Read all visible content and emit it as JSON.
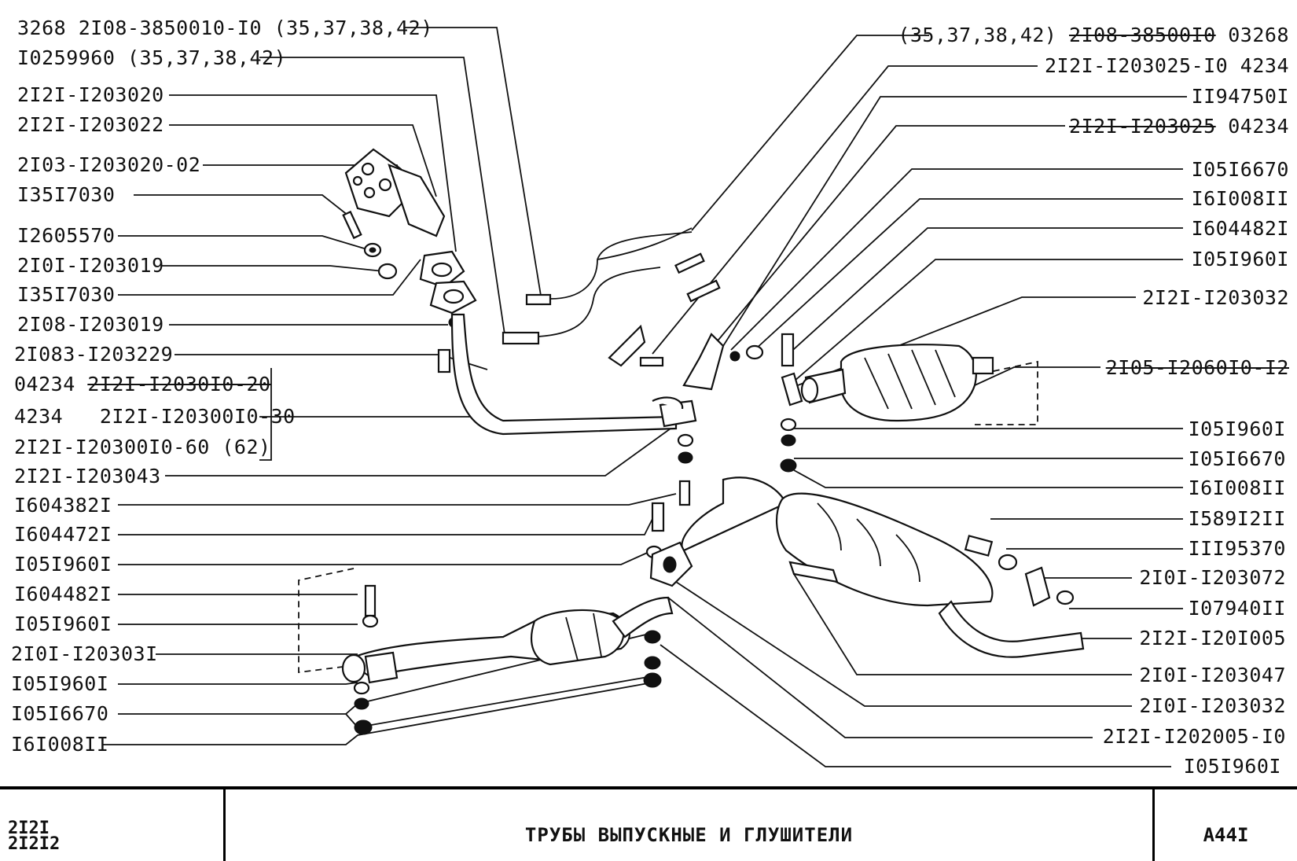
{
  "left_labels": [
    "3268 2I08-3850010-I0 (35,37,38,42)",
    "I0259960 (35,37,38,42)",
    "2I2I-I203020",
    "2I2I-I203022",
    "2I03-I203020-02",
    "I35I7030",
    "I2605570",
    "2I0I-I203019",
    "I35I7030",
    "2I08-I203019",
    "2I083-I203229",
    "2I2I-I203043",
    "I604382I",
    "I604472I",
    "I05I960I",
    "I604482I",
    "I05I960I",
    "2I0I-I20303I",
    "I05I960I",
    "I05I6670",
    "I6I008II"
  ],
  "variant_group": {
    "row1_prefix": "04234",
    "row1_value": "2I2I-I2030I0-20",
    "row2_prefix": "4234",
    "row2_value": "2I2I-I20300I0-30",
    "row3_value": "2I2I-I20300I0-60 (62)"
  },
  "right_labels": [
    {
      "prefix": "(35,37,38,42)",
      "struck": "2I08-38500I0",
      "suffix": "03268"
    },
    {
      "prefix": "",
      "struck": "",
      "suffix": "2I2I-I203025-I0  4234"
    },
    {
      "prefix": "",
      "struck": "",
      "suffix": "II94750I"
    },
    {
      "prefix": "",
      "struck": "2I2I-I203025",
      "suffix": "04234"
    },
    {
      "prefix": "",
      "struck": "",
      "suffix": "I05I6670"
    },
    {
      "prefix": "",
      "struck": "",
      "suffix": "I6I008II"
    },
    {
      "prefix": "",
      "struck": "",
      "suffix": "I604482I"
    },
    {
      "prefix": "",
      "struck": "",
      "suffix": "I05I960I"
    },
    {
      "prefix": "",
      "struck": "",
      "suffix": "2I2I-I203032"
    },
    {
      "prefix": "",
      "struck": "2I05-I2060I0-I2",
      "suffix": ""
    },
    {
      "prefix": "",
      "struck": "",
      "suffix": "I05I960I"
    },
    {
      "prefix": "",
      "struck": "",
      "suffix": "I05I6670"
    },
    {
      "prefix": "",
      "struck": "",
      "suffix": "I6I008II"
    },
    {
      "prefix": "",
      "struck": "",
      "suffix": "I589I2II"
    },
    {
      "prefix": "",
      "struck": "",
      "suffix": "III95370"
    },
    {
      "prefix": "",
      "struck": "",
      "suffix": "2I0I-I203072"
    },
    {
      "prefix": "",
      "struck": "",
      "suffix": "I07940II"
    },
    {
      "prefix": "",
      "struck": "",
      "suffix": "2I2I-I20I005"
    },
    {
      "prefix": "",
      "struck": "",
      "suffix": "2I0I-I203047"
    },
    {
      "prefix": "",
      "struck": "",
      "suffix": "2I0I-I203032"
    },
    {
      "prefix": "",
      "struck": "",
      "suffix": "2I2I-I202005-I0"
    },
    {
      "prefix": "",
      "struck": "",
      "suffix": "I05I960I"
    }
  ],
  "title_block": {
    "models": [
      "2I2I",
      "2I2I2"
    ],
    "title": "ТРУБЫ ВЫПУСКНЫЕ И ГЛУШИТЕЛИ",
    "code": "A44I"
  }
}
